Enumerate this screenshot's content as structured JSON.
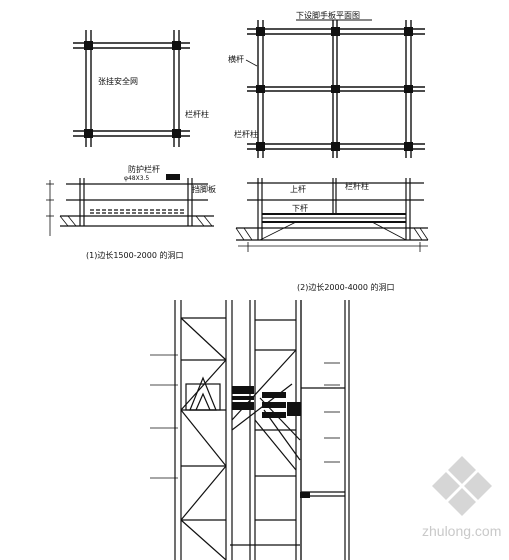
{
  "labels": {
    "safety_net": "张挂安全网",
    "railing_post_left": "栏杆柱",
    "plan_view_title": "下设脚手板平面图",
    "pole_top": "横杆",
    "railing_post_right": "栏杆柱",
    "guard_rail": "防护栏杆",
    "pipe_spec": "φ48X3.5",
    "toe_board": "挡脚板",
    "upper_bar": "上杆",
    "post_right2": "栏杆柱",
    "lower_bar": "下杆",
    "caption_small": "(1)边长1500-2000 的洞口",
    "caption_large": "(2)边长2000-4000 的洞口"
  },
  "watermark": {
    "text": "zhulong.com"
  },
  "colors": {
    "line": "#111111",
    "watermark": "#c9c9c9"
  }
}
